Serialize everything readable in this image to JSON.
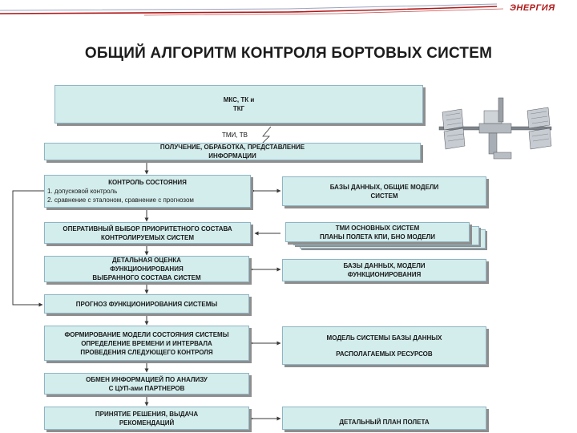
{
  "header": {
    "logo": "ЭНЕРГИЯ",
    "colors": {
      "accent": "#b01818",
      "box_fill": "#d3ecec",
      "box_border": "#8fb5c4",
      "arrow": "#3a3a3a"
    }
  },
  "title": "ОБЩИЙ АЛГОРИТМ КОНТРОЛЯ БОРТОВЫХ СИСТЕМ",
  "flow": {
    "top_box": {
      "line1": "МКС, ТК и",
      "line2": "ТКГ"
    },
    "tmi_label": "ТМИ, ТВ",
    "receive": {
      "line1": "ПОЛУЧЕНИЕ, ОБРАБОТКА, ПРЕДСТАВЛЕНИЕ",
      "line2": "ИНФОРМАЦИИ"
    },
    "control": {
      "line1": "КОНТРОЛЬ СОСТОЯНИЯ",
      "line2": "1. допусковой контроль",
      "line3": "2. сравнение с эталоном, сравнение с прогнозом"
    },
    "select": {
      "line1": "ОПЕРАТИВНЫЙ ВЫБОР ПРИОРИТЕТНОГО СОСТАВА",
      "line2": "КОНТРОЛИРУЕМЫХ СИСТЕМ"
    },
    "detail": {
      "line1": "ДЕТАЛЬНАЯ ОЦЕНКА",
      "line2": "ФУНКЦИОНИРОВАНИЯ",
      "line3": "ВЫБРАННОГО СОСТАВА СИСТЕМ"
    },
    "forecast": {
      "line1": "ПРОГНОЗ ФУНКЦИОНИРОВАНИЯ СИСТЕМЫ"
    },
    "model": {
      "line1": "ФОРМИРОВАНИЕ МОДЕЛИ СОСТОЯНИЯ СИСТЕМЫ",
      "line2": "ОПРЕДЕЛЕНИЕ ВРЕМЕНИ И ИНТЕРВАЛА",
      "line3": "ПРОВЕДЕНИЯ СЛЕДУЮЩЕГО КОНТРОЛЯ"
    },
    "exchange": {
      "line1": "ОБМЕН ИНФОРМАЦИЕЙ ПО АНАЛИЗУ",
      "line2": "С ЦУП-ами ПАРТНЕРОВ"
    },
    "decision": {
      "line1": "ПРИНЯТИЕ  РЕШЕНИЯ, ВЫДАЧА",
      "line2": "РЕКОМЕНДАЦИЙ"
    }
  },
  "side": {
    "db_models": {
      "line1": "БАЗЫ  ДАННЫХ, ОБЩИЕ МОДЕЛИ",
      "line2": "СИСТЕМ"
    },
    "tmi_plans": {
      "line1": "ТМИ ОСНОВНЫХ СИСТЕМ",
      "line2": "ПЛАНЫ ПОЛЕТА КПИ, БНО МОДЕЛИ"
    },
    "db_func": {
      "line1": "БАЗЫ  ДАННЫХ, МОДЕЛИ",
      "line2": "ФУНКЦИОНИРОВАНИЯ"
    },
    "sys_model": {
      "line1": "МОДЕЛЬ СИСТЕМЫ БАЗЫ  ДАННЫХ",
      "line2": "РАСПОЛАГАЕМЫХ РЕСУРСОВ"
    },
    "flight_plan": {
      "line1": "ДЕТАЛЬНЫЙ ПЛАН ПОЛЕТА"
    }
  }
}
